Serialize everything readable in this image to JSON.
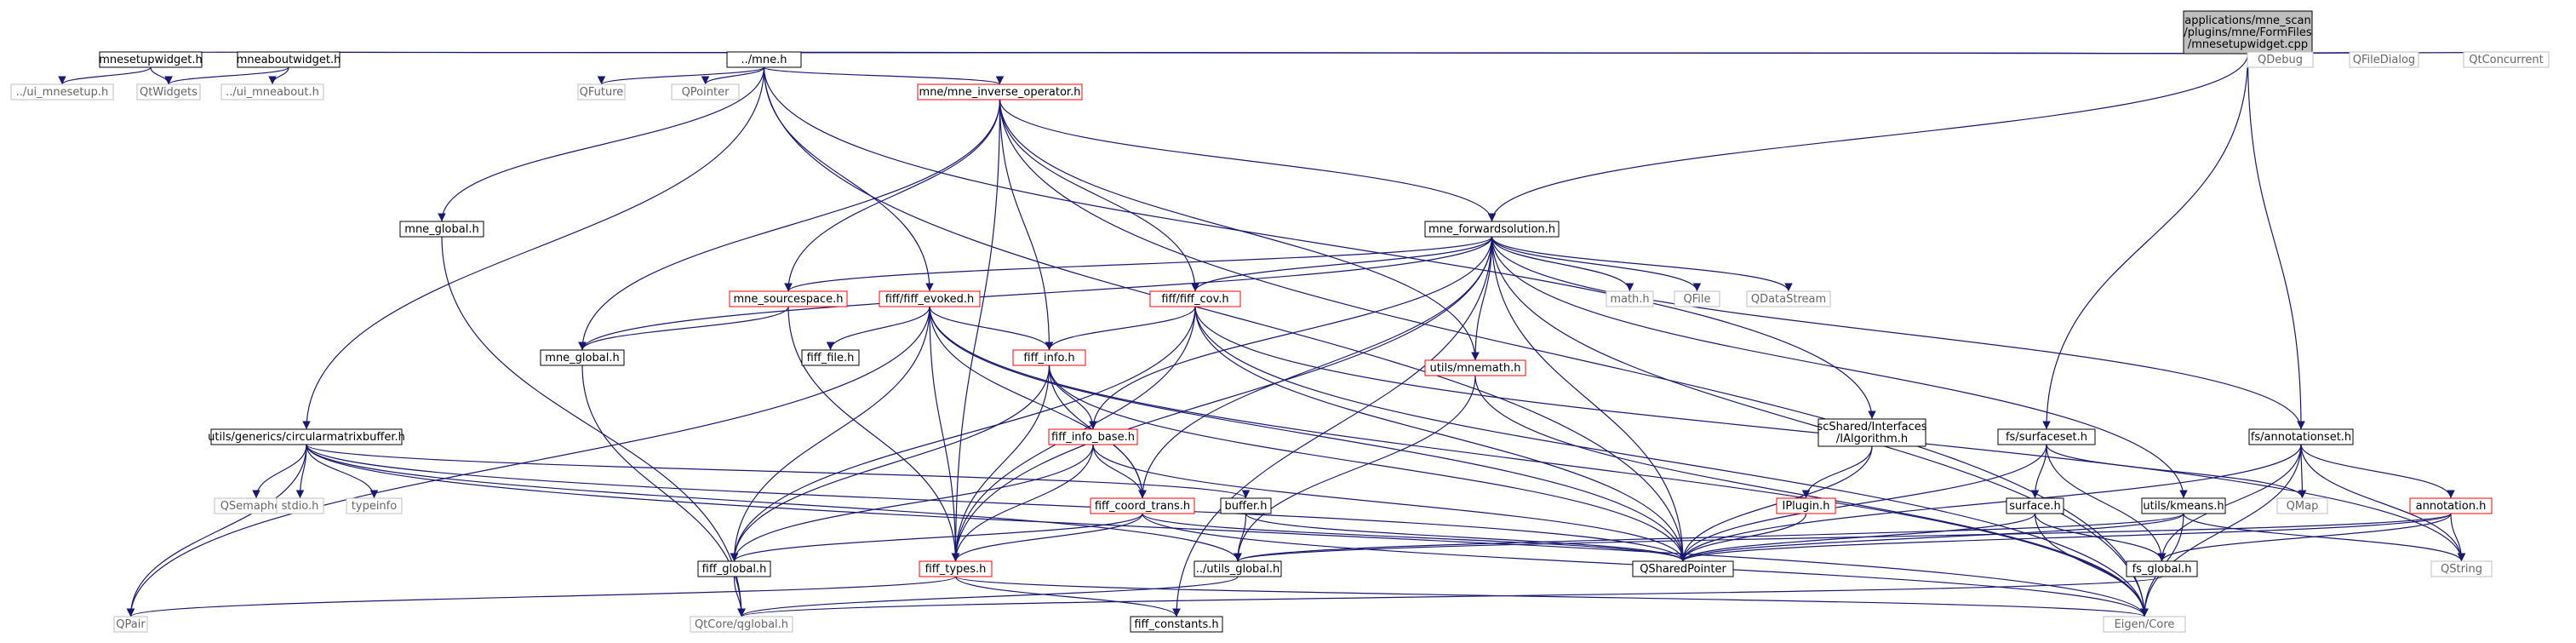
{
  "graph": {
    "nodes": [
      {
        "id": "n0",
        "label": [
          "applications/mne_scan",
          "/plugins/mne/FormFiles",
          "/mnesetupwidget.cpp"
        ],
        "kind": "root"
      },
      {
        "id": "n1",
        "label": [
          "mnesetupwidget.h"
        ],
        "kind": "normal"
      },
      {
        "id": "n2",
        "label": [
          "mneaboutwidget.h"
        ],
        "kind": "normal"
      },
      {
        "id": "n3",
        "label": [
          "../mne.h"
        ],
        "kind": "normal"
      },
      {
        "id": "n4",
        "label": [
          "QDebug"
        ],
        "kind": "external"
      },
      {
        "id": "n5",
        "label": [
          "QFileDialog"
        ],
        "kind": "external"
      },
      {
        "id": "n6",
        "label": [
          "QtConcurrent"
        ],
        "kind": "external"
      },
      {
        "id": "n7",
        "label": [
          "../ui_mnesetup.h"
        ],
        "kind": "external"
      },
      {
        "id": "n8",
        "label": [
          "QtWidgets"
        ],
        "kind": "external"
      },
      {
        "id": "n9",
        "label": [
          "../ui_mneabout.h"
        ],
        "kind": "external"
      },
      {
        "id": "n10",
        "label": [
          "QFuture"
        ],
        "kind": "external"
      },
      {
        "id": "n11",
        "label": [
          "QPointer"
        ],
        "kind": "external"
      },
      {
        "id": "n12",
        "label": [
          "mne/mne_inverse_operator.h"
        ],
        "kind": "truncated"
      },
      {
        "id": "n13",
        "label": [
          "mne_global.h"
        ],
        "kind": "normal"
      },
      {
        "id": "n14",
        "label": [
          "mne_forwardsolution.h"
        ],
        "kind": "normal"
      },
      {
        "id": "n15",
        "label": [
          "mne_sourcespace.h"
        ],
        "kind": "truncated"
      },
      {
        "id": "n16",
        "label": [
          "fiff/fiff_evoked.h"
        ],
        "kind": "truncated"
      },
      {
        "id": "n17",
        "label": [
          "fiff/fiff_cov.h"
        ],
        "kind": "truncated"
      },
      {
        "id": "n18",
        "label": [
          "math.h"
        ],
        "kind": "external"
      },
      {
        "id": "n19",
        "label": [
          "QFile"
        ],
        "kind": "external"
      },
      {
        "id": "n20",
        "label": [
          "QDataStream"
        ],
        "kind": "external"
      },
      {
        "id": "n21",
        "label": [
          "mne_global.h"
        ],
        "kind": "normal"
      },
      {
        "id": "n22",
        "label": [
          "fiff_file.h"
        ],
        "kind": "normal"
      },
      {
        "id": "n23",
        "label": [
          "fiff_info.h"
        ],
        "kind": "truncated"
      },
      {
        "id": "n24",
        "label": [
          "utils/mnemath.h"
        ],
        "kind": "truncated"
      },
      {
        "id": "n25",
        "label": [
          "utils/generics/circularmatrixbuffer.h"
        ],
        "kind": "normal"
      },
      {
        "id": "n26",
        "label": [
          "fiff_info_base.h"
        ],
        "kind": "truncated"
      },
      {
        "id": "n27",
        "label": [
          "scShared/Interfaces",
          "/IAlgorithm.h"
        ],
        "kind": "normal"
      },
      {
        "id": "n28",
        "label": [
          "fs/surfaceset.h"
        ],
        "kind": "normal"
      },
      {
        "id": "n29",
        "label": [
          "fs/annotationset.h"
        ],
        "kind": "normal"
      },
      {
        "id": "n30",
        "label": [
          "QSemaphore"
        ],
        "kind": "external"
      },
      {
        "id": "n31",
        "label": [
          "stdio.h"
        ],
        "kind": "external"
      },
      {
        "id": "n32",
        "label": [
          "typeinfo"
        ],
        "kind": "external"
      },
      {
        "id": "n33",
        "label": [
          "fiff_coord_trans.h"
        ],
        "kind": "truncated"
      },
      {
        "id": "n34",
        "label": [
          "buffer.h"
        ],
        "kind": "normal"
      },
      {
        "id": "n35",
        "label": [
          "IPlugin.h"
        ],
        "kind": "truncated"
      },
      {
        "id": "n36",
        "label": [
          "surface.h"
        ],
        "kind": "normal"
      },
      {
        "id": "n37",
        "label": [
          "QMap"
        ],
        "kind": "external"
      },
      {
        "id": "n38",
        "label": [
          "annotation.h"
        ],
        "kind": "truncated"
      },
      {
        "id": "n39",
        "label": [
          "utils/kmeans.h"
        ],
        "kind": "normal"
      },
      {
        "id": "n40",
        "label": [
          "fiff_global.h"
        ],
        "kind": "normal"
      },
      {
        "id": "n41",
        "label": [
          "fiff_types.h"
        ],
        "kind": "truncated"
      },
      {
        "id": "n42",
        "label": [
          "../utils_global.h"
        ],
        "kind": "normal"
      },
      {
        "id": "n43",
        "label": [
          "QSharedPointer"
        ],
        "kind": "normal"
      },
      {
        "id": "n44",
        "label": [
          "fs_global.h"
        ],
        "kind": "normal"
      },
      {
        "id": "n45",
        "label": [
          "QString"
        ],
        "kind": "external"
      },
      {
        "id": "n46",
        "label": [
          "QPair"
        ],
        "kind": "external"
      },
      {
        "id": "n47",
        "label": [
          "QtCore/qglobal.h"
        ],
        "kind": "external"
      },
      {
        "id": "n48",
        "label": [
          "fiff_constants.h"
        ],
        "kind": "normal"
      },
      {
        "id": "n49",
        "label": [
          "Eigen/Core"
        ],
        "kind": "external"
      }
    ],
    "edges": [
      [
        "n0",
        "n1"
      ],
      [
        "n0",
        "n2"
      ],
      [
        "n0",
        "n3"
      ],
      [
        "n0",
        "n4"
      ],
      [
        "n0",
        "n5"
      ],
      [
        "n0",
        "n6"
      ],
      [
        "n0",
        "n14"
      ],
      [
        "n0",
        "n28"
      ],
      [
        "n0",
        "n29"
      ],
      [
        "n1",
        "n7"
      ],
      [
        "n1",
        "n8"
      ],
      [
        "n2",
        "n8"
      ],
      [
        "n2",
        "n9"
      ],
      [
        "n3",
        "n10"
      ],
      [
        "n3",
        "n11"
      ],
      [
        "n3",
        "n12"
      ],
      [
        "n3",
        "n13"
      ],
      [
        "n3",
        "n16"
      ],
      [
        "n3",
        "n25"
      ],
      [
        "n3",
        "n27"
      ],
      [
        "n3",
        "n43"
      ],
      [
        "n12",
        "n14"
      ],
      [
        "n12",
        "n15"
      ],
      [
        "n12",
        "n17"
      ],
      [
        "n12",
        "n21"
      ],
      [
        "n12",
        "n23"
      ],
      [
        "n12",
        "n24"
      ],
      [
        "n12",
        "n41"
      ],
      [
        "n12",
        "n49"
      ],
      [
        "n13",
        "n47"
      ],
      [
        "n14",
        "n15"
      ],
      [
        "n14",
        "n17"
      ],
      [
        "n14",
        "n18"
      ],
      [
        "n14",
        "n19"
      ],
      [
        "n14",
        "n20"
      ],
      [
        "n14",
        "n21"
      ],
      [
        "n14",
        "n24"
      ],
      [
        "n14",
        "n26"
      ],
      [
        "n14",
        "n29"
      ],
      [
        "n14",
        "n33"
      ],
      [
        "n14",
        "n39"
      ],
      [
        "n14",
        "n41"
      ],
      [
        "n14",
        "n43"
      ],
      [
        "n14",
        "n48"
      ],
      [
        "n14",
        "n49"
      ],
      [
        "n15",
        "n21"
      ],
      [
        "n15",
        "n41"
      ],
      [
        "n16",
        "n22"
      ],
      [
        "n16",
        "n23"
      ],
      [
        "n16",
        "n40"
      ],
      [
        "n16",
        "n41"
      ],
      [
        "n16",
        "n43"
      ],
      [
        "n16",
        "n46"
      ],
      [
        "n16",
        "n49"
      ],
      [
        "n16",
        "n33"
      ],
      [
        "n17",
        "n23"
      ],
      [
        "n17",
        "n40"
      ],
      [
        "n17",
        "n41"
      ],
      [
        "n17",
        "n43"
      ],
      [
        "n17",
        "n45"
      ],
      [
        "n17",
        "n49"
      ],
      [
        "n21",
        "n47"
      ],
      [
        "n23",
        "n26"
      ],
      [
        "n23",
        "n33"
      ],
      [
        "n23",
        "n40"
      ],
      [
        "n23",
        "n41"
      ],
      [
        "n23",
        "n43"
      ],
      [
        "n24",
        "n42"
      ],
      [
        "n24",
        "n49"
      ],
      [
        "n25",
        "n30"
      ],
      [
        "n25",
        "n31"
      ],
      [
        "n25",
        "n32"
      ],
      [
        "n25",
        "n34"
      ],
      [
        "n25",
        "n42"
      ],
      [
        "n25",
        "n43"
      ],
      [
        "n25",
        "n46"
      ],
      [
        "n25",
        "n49"
      ],
      [
        "n26",
        "n33"
      ],
      [
        "n26",
        "n40"
      ],
      [
        "n26",
        "n41"
      ],
      [
        "n26",
        "n43"
      ],
      [
        "n27",
        "n35"
      ],
      [
        "n27",
        "n43"
      ],
      [
        "n28",
        "n36"
      ],
      [
        "n28",
        "n37"
      ],
      [
        "n28",
        "n43"
      ],
      [
        "n28",
        "n44"
      ],
      [
        "n29",
        "n37"
      ],
      [
        "n29",
        "n38"
      ],
      [
        "n29",
        "n43"
      ],
      [
        "n29",
        "n44"
      ],
      [
        "n29",
        "n45"
      ],
      [
        "n29",
        "n49"
      ],
      [
        "n33",
        "n40"
      ],
      [
        "n33",
        "n41"
      ],
      [
        "n33",
        "n43"
      ],
      [
        "n33",
        "n49"
      ],
      [
        "n34",
        "n42"
      ],
      [
        "n34",
        "n43"
      ],
      [
        "n35",
        "n43"
      ],
      [
        "n36",
        "n43"
      ],
      [
        "n36",
        "n44"
      ],
      [
        "n36",
        "n49"
      ],
      [
        "n38",
        "n42"
      ],
      [
        "n38",
        "n43"
      ],
      [
        "n38",
        "n44"
      ],
      [
        "n38",
        "n45"
      ],
      [
        "n39",
        "n42"
      ],
      [
        "n39",
        "n43"
      ],
      [
        "n39",
        "n45"
      ],
      [
        "n39",
        "n49"
      ],
      [
        "n40",
        "n47"
      ],
      [
        "n41",
        "n46"
      ],
      [
        "n41",
        "n48"
      ],
      [
        "n41",
        "n49"
      ],
      [
        "n42",
        "n47"
      ],
      [
        "n44",
        "n47"
      ]
    ]
  },
  "colors": {
    "edge": "#191970",
    "root_fill": "#bfbfbf",
    "normal_stroke": "#000000",
    "truncated_stroke": "#ff0000",
    "external_stroke": "#bfbfbf",
    "label_text": "#000000",
    "external_text": "#666666"
  }
}
